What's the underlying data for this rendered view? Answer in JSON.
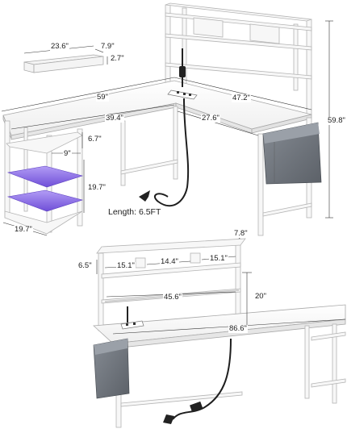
{
  "shelf_spec": {
    "width": "23.6\"",
    "depth": "7.9\"",
    "height": "2.7\""
  },
  "desk_top": {
    "overall_width": "59\"",
    "return_length": "47.2\"",
    "main_inner": "39.4\"",
    "return_inner": "27.6\"",
    "overall_height": "59.8\""
  },
  "side_shelf": {
    "gap_top": "6.7\"",
    "shelf_depth": "9\"",
    "shelf_height": "19.7\"",
    "base_depth": "19.7\""
  },
  "cable": {
    "length_text": "Length: 6.5FT"
  },
  "hutch": {
    "depth": "7.8\"",
    "cubby_height": "6.5\"",
    "left_section": "15.1\"",
    "middle_section": "14.4\"",
    "right_section": "15.1\"",
    "inner_width": "45.6\"",
    "clearance": "20\""
  },
  "desk_long": {
    "width": "86.6\""
  },
  "colors": {
    "frame": "#f6f6f6",
    "frame_edge": "#b9b9b9",
    "led": "#8e70ea",
    "bag": "#6d737c",
    "cable": "#1e1e1e"
  }
}
